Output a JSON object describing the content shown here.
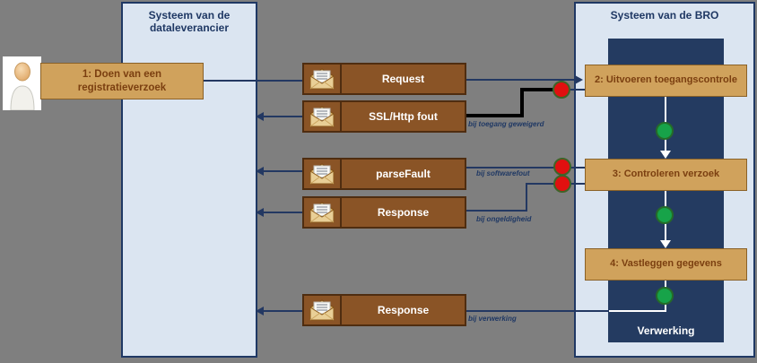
{
  "panels": {
    "left": {
      "title": "Systeem van de dataleverancier"
    },
    "right": {
      "title": "Systeem van de BRO",
      "process_area_label": "Verwerking"
    }
  },
  "actor": {
    "name": "dataleverancier"
  },
  "steps": [
    {
      "label": "1: Doen van een registratieverzoek"
    },
    {
      "label": "2: Uitvoeren toegangscontrole"
    },
    {
      "label": "3: Controleren verzoek"
    },
    {
      "label": "4: Vastleggen gegevens"
    }
  ],
  "messages": [
    {
      "label": "Request",
      "condition": ""
    },
    {
      "label": "SSL/Http fout",
      "condition": "bij toegang geweigerd"
    },
    {
      "label": "parseFault",
      "condition": "bij softwarefout"
    },
    {
      "label": "Response",
      "condition": "bij ongeldigheid"
    },
    {
      "label": "Response",
      "condition": "bij verwerking"
    }
  ],
  "colors": {
    "background": "#7f7f7f",
    "panel_fill": "#dbe5f1",
    "accent_navy": "#1f3864",
    "dark_area": "#243b61",
    "step_fill": "#d0a25c",
    "step_text": "#7b3f10",
    "message_fill": "#8a5426",
    "error_dot": "#e11010",
    "ok_dot": "#17a349",
    "error_path": "#000000"
  }
}
